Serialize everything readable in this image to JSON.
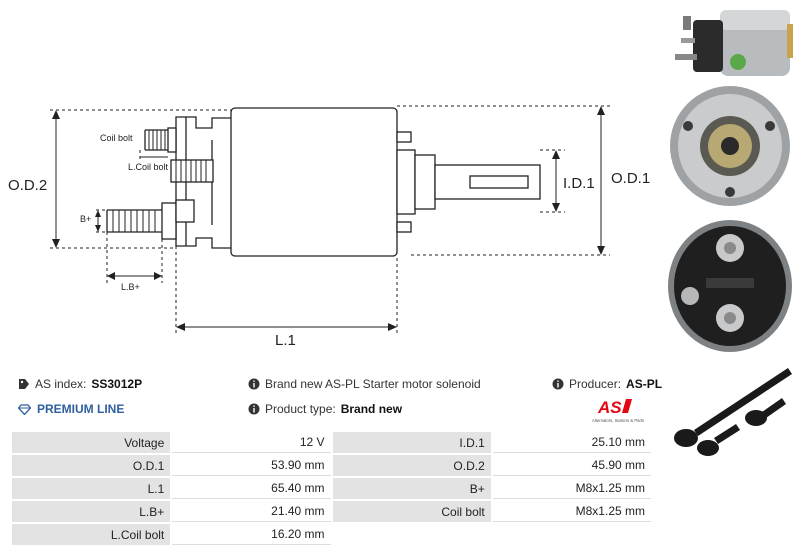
{
  "drawing": {
    "labels": {
      "od2": "O.D.2",
      "od1": "O.D.1",
      "id1": "I.D.1",
      "l1": "L.1",
      "coil_bolt": "Coil bolt",
      "l_coil_bolt": "L.Coil bolt",
      "b_plus": "B+",
      "lb_plus": "L.B+"
    }
  },
  "info": {
    "as_index_label": "AS index:",
    "as_index_value": "SS3012P",
    "description": "Brand new AS-PL Starter motor solenoid",
    "producer_label": "Producer:",
    "producer_value": "AS-PL",
    "premium_line": "PREMIUM LINE",
    "product_type_label": "Product type:",
    "product_type_value": "Brand new"
  },
  "logo": {
    "mark": "AS",
    "tagline": "Alternators, Starters & Parts",
    "color": "#e30613"
  },
  "specs": {
    "rows": [
      {
        "l1": "Voltage",
        "v1": "12 V",
        "l2": "I.D.1",
        "v2": "25.10 mm"
      },
      {
        "l1": "O.D.1",
        "v1": "53.90 mm",
        "l2": "O.D.2",
        "v2": "45.90 mm"
      },
      {
        "l1": "L.1",
        "v1": "65.40 mm",
        "l2": "B+",
        "v2": "M8x1.25 mm"
      },
      {
        "l1": "L.B+",
        "v1": "21.40 mm",
        "l2": "Coil bolt",
        "v2": "M8x1.25 mm"
      },
      {
        "l1": "L.Coil bolt",
        "v1": "16.20 mm",
        "l2": "",
        "v2": ""
      }
    ]
  },
  "colors": {
    "premium": "#2f5f9e",
    "table_label_bg": "#e3e3e3"
  }
}
